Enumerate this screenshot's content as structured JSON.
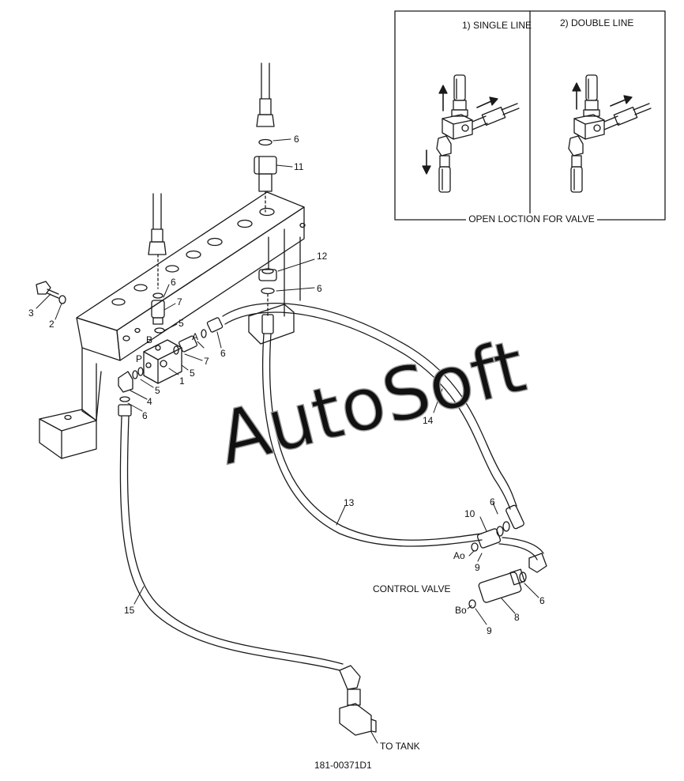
{
  "inset": {
    "panels": [
      {
        "id": "single",
        "title": "1) SINGLE LINE"
      },
      {
        "id": "double",
        "title": "2) DOUBLE LINE"
      }
    ],
    "caption": "OPEN LOCTION FOR VALVE"
  },
  "part_numbers": {
    "p1": "1",
    "p2": "2",
    "p3": "3",
    "p4": "4",
    "p5a": "5",
    "p5b": "5",
    "p5c": "5",
    "p6a": "6",
    "p6b": "6",
    "p6c": "6",
    "p6d": "6",
    "p6e": "6",
    "p6f": "6",
    "p6g": "6",
    "p7a": "7",
    "p7b": "7",
    "p8": "8",
    "p9a": "9",
    "p9b": "9",
    "p10": "10",
    "p11": "11",
    "p12": "12",
    "p13": "13",
    "p14": "14",
    "p15": "15"
  },
  "port_labels": {
    "a": "A",
    "b": "B",
    "p": "P",
    "ao": "Ao",
    "bo": "Bo"
  },
  "callouts": {
    "control_valve": "CONTROL VALVE",
    "to_tank": "TO TANK"
  },
  "drawing_number": "181-00371D1",
  "watermark": "AutoSoft",
  "colors": {
    "line": "#1a1a1a",
    "watermark_outline": "#9a9a9a",
    "background": "#ffffff"
  }
}
